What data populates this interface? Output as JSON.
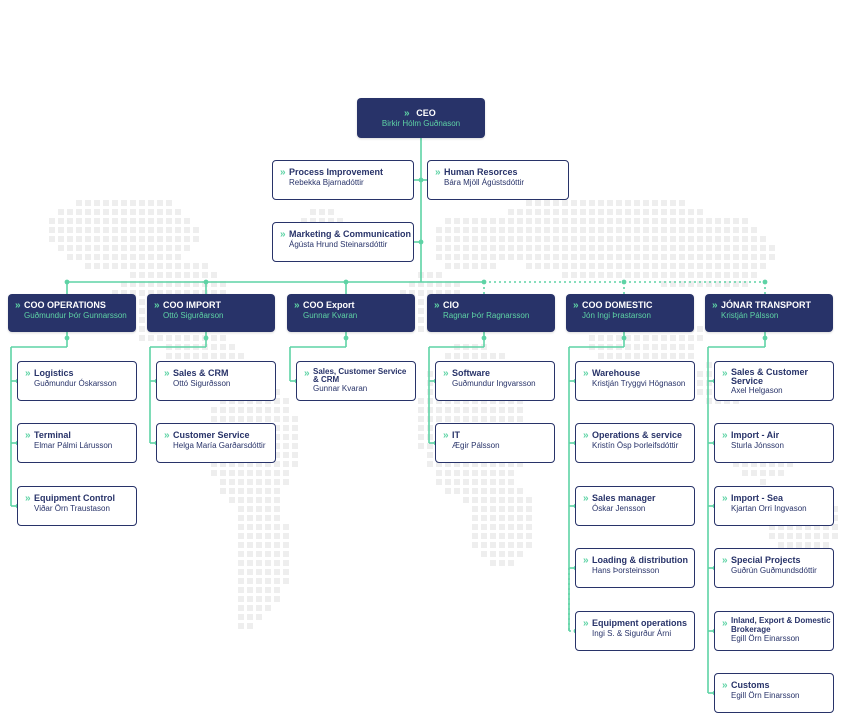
{
  "colors": {
    "navy": "#283369",
    "accent": "#5ed3a5",
    "background": "#ffffff",
    "map_dots": "#eeeeee"
  },
  "icons": {
    "bullet": "double-chevron-right-icon",
    "bullet_glyph": "»"
  },
  "ceo": {
    "title": "CEO",
    "name": "Birkir Hólm Guðnason"
  },
  "staff": [
    {
      "title": "Process Improvement",
      "name": "Rebekka Bjarnadóttir"
    },
    {
      "title": "Human Resorces",
      "name": "Bára Mjöll Ágústsdóttir"
    },
    {
      "title": "Marketing & Communication",
      "name": "Ágústa Hrund Steinarsdóttir"
    }
  ],
  "divisions": [
    {
      "title": "COO OPERATIONS",
      "name": "Guðmundur Þór Gunnarsson",
      "units": [
        {
          "title": "Logistics",
          "name": "Guðmundur Óskarsson"
        },
        {
          "title": "Terminal",
          "name": "Elmar Pálmi Lárusson"
        },
        {
          "title": "Equipment Control",
          "name": "Viðar Örn Traustason"
        }
      ]
    },
    {
      "title": "COO IMPORT",
      "name": "Ottó Sigurðarson",
      "units": [
        {
          "title": "Sales & CRM",
          "name": "Ottó Sigurðsson"
        },
        {
          "title": "Customer Service",
          "name": "Helga María Garðarsdóttir"
        }
      ]
    },
    {
      "title": "COO Export",
      "name": "Gunnar Kvaran",
      "units": [
        {
          "title": "Sales, Customer Service & CRM",
          "name": "Gunnar Kvaran"
        }
      ]
    },
    {
      "title": "CIO",
      "name": "Ragnar Þór Ragnarsson",
      "units": [
        {
          "title": "Software",
          "name": "Guðmundur Ingvarsson"
        },
        {
          "title": "IT",
          "name": "Ægir Pálsson"
        }
      ]
    },
    {
      "title": "COO DOMESTIC",
      "name": "Jón Ingi Þrastarson",
      "units": [
        {
          "title": "Warehouse",
          "name": "Kristján Tryggvi Högnason"
        },
        {
          "title": "Operations & service",
          "name": "Kristín Ösp Þorleifsdóttir"
        },
        {
          "title": "Sales manager",
          "name": "Óskar Jensson"
        },
        {
          "title": "Loading & distribution",
          "name": "Hans Þorsteinsson"
        },
        {
          "title": "Equipment operations",
          "name": "Ingi S. & Sigurður Árni"
        }
      ]
    },
    {
      "title": "JÓNAR TRANSPORT",
      "name": "Kristján Pálsson",
      "units": [
        {
          "title": "Sales & Customer Service",
          "name": "Axel Helgason"
        },
        {
          "title": "Import - Air",
          "name": "Sturla Jónsson"
        },
        {
          "title": "Import - Sea",
          "name": "Kjartan Orri Ingvason"
        },
        {
          "title": "Special Projects",
          "name": "Guðrún Guðmundsdóttir"
        },
        {
          "title": "Inland, Export & Domestic Brokerage",
          "name": "Egill Örn Einarsson"
        },
        {
          "title": "Customs",
          "name": "Egill Örn Einarsson"
        }
      ]
    }
  ]
}
